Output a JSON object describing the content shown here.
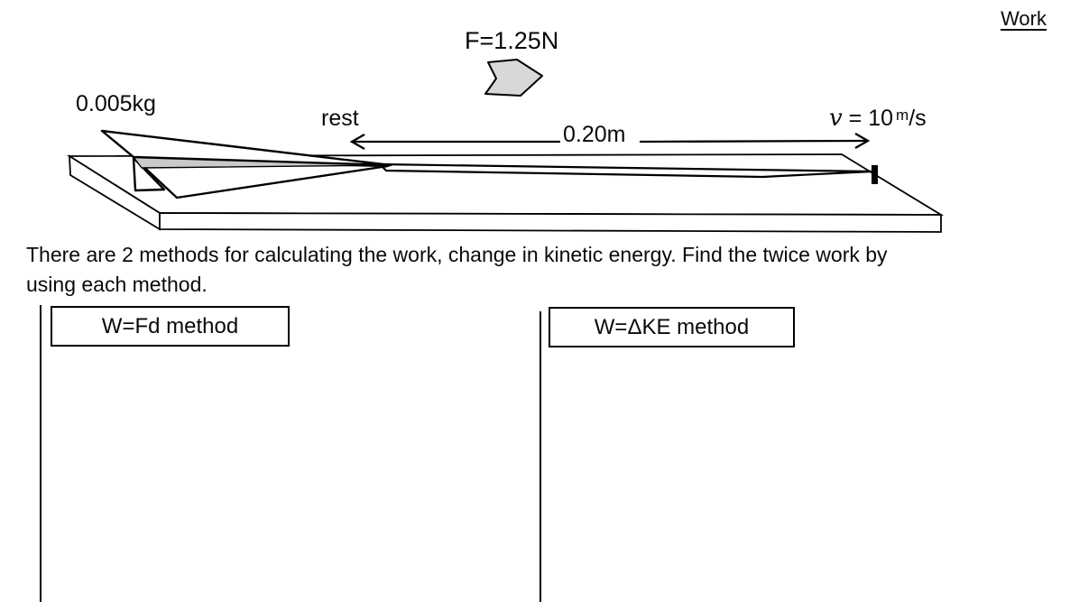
{
  "page": {
    "title": "Work"
  },
  "diagram": {
    "force_label": "F=1.25N",
    "mass_label": "0.005kg",
    "rest_label": "rest",
    "distance_label": "0.20m",
    "velocity_symbol": "v",
    "velocity_mid": " = 10",
    "velocity_unit_numerator": "m",
    "velocity_unit_denominator": "/s"
  },
  "problem": {
    "line1": "There are 2 methods for calculating the work, change in kinetic energy. Find the twice work by",
    "line2": "using each method."
  },
  "methods": [
    {
      "label": "W=Fd method"
    },
    {
      "label": "W=ΔKE method"
    }
  ],
  "colors": {
    "ink": "#000000",
    "paper": "#ffffff",
    "arrow_fill": "#d8d8d8",
    "plane_shade": "#c9c9c9"
  }
}
